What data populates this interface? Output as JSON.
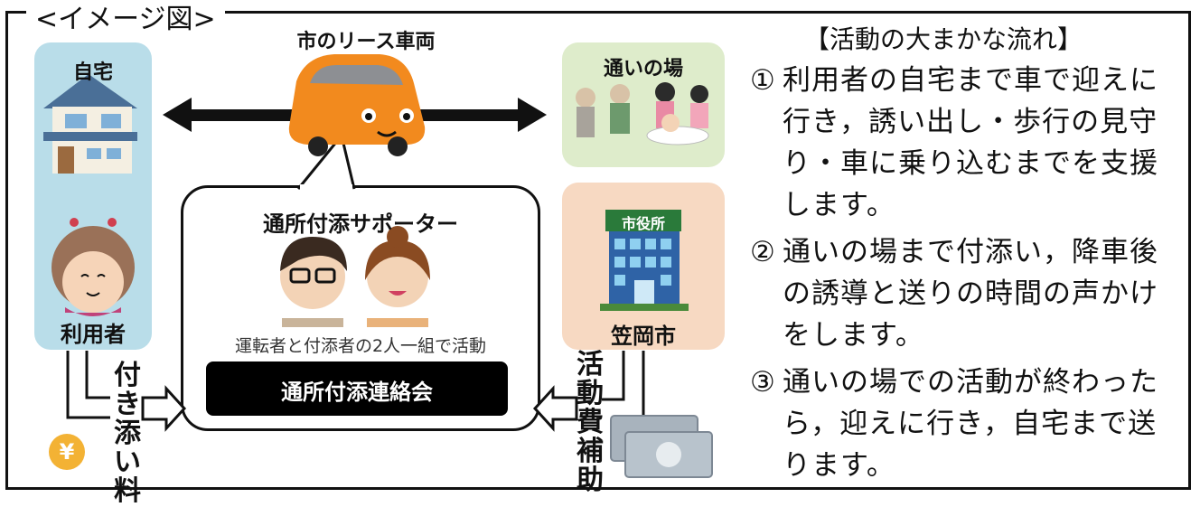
{
  "frame_label": "<イメージ図>",
  "home_panel": {
    "title": "自宅",
    "user_label": "利用者"
  },
  "car": {
    "label": "市のリース車両"
  },
  "place_panel": {
    "title": "通いの場"
  },
  "city_panel": {
    "building_sign": "市役所",
    "city_name": "笠岡市"
  },
  "supporter": {
    "title": "通所付添サポーター",
    "caption": "運転者と付添者の2人一組で活動",
    "council": "通所付添連絡会"
  },
  "fee_label": "付き添い料",
  "yen_symbol": "¥",
  "subsidy_label": "活動費補助",
  "flow": {
    "title": "【活動の大まかな流れ】",
    "steps": [
      {
        "num": "①",
        "text": "利用者の自宅まで車で迎えに行き，誘い出し・歩行の見守り・車に乗り込むまでを支援します。"
      },
      {
        "num": "②",
        "text": "通いの場まで付添い，降車後の誘導と送りの時間の声かけをします。"
      },
      {
        "num": "③",
        "text": "通いの場での活動が終わったら，迎えに行き，自宅まで送ります。"
      }
    ]
  },
  "colors": {
    "home_bg": "#b9dde9",
    "place_bg": "#deeccb",
    "city_bg": "#f7d9c2",
    "car": "#f28a1e",
    "yen_coin": "#f3b234",
    "black_bar": "#000000"
  }
}
